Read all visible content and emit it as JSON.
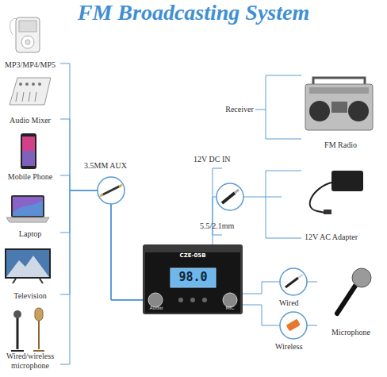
{
  "diagram": {
    "title": "FM Broadcasting System",
    "nodes": [
      {
        "text": [
          "MP3/MP4/MP5"
        ]
      },
      {
        "text": [
          "Audio Mixer"
        ]
      },
      {
        "text": [
          "Mobile Phone"
        ]
      },
      {
        "text": [
          "Laptop"
        ]
      },
      {
        "text": [
          "Television"
        ]
      },
      {
        "text": [
          "Wired/wireless microphone"
        ]
      },
      {
        "text": [
          "CZE-05B",
          "98.0",
          "Audio",
          "MIC"
        ]
      },
      {
        "text": [
          "Receiver",
          "FM Radio"
        ]
      },
      {
        "text": [
          "12V AC Adapter"
        ]
      },
      {
        "text": [
          "Microphone"
        ]
      }
    ],
    "edges": [
      {
        "from": 0,
        "to": 6,
        "arrow": "none"
      },
      {
        "from": 1,
        "to": 6,
        "arrow": "none"
      },
      {
        "from": 2,
        "to": 6,
        "arrow": "none"
      },
      {
        "from": 3,
        "to": 6,
        "arrow": "none"
      },
      {
        "from": 4,
        "to": 6,
        "arrow": "none"
      },
      {
        "from": 5,
        "to": 6,
        "arrow": "none"
      },
      {
        "from": 6,
        "to": 8,
        "arrow": "none"
      },
      {
        "from": 6,
        "to": 9,
        "label": "Wired",
        "arrow": "none"
      },
      {
        "from": 6,
        "to": 9,
        "label": "Wireless",
        "arrow": "none"
      }
    ],
    "labels": [
      "3.5MM AUX",
      "12V DC IN",
      "5.5/2.1mm"
    ]
  }
}
